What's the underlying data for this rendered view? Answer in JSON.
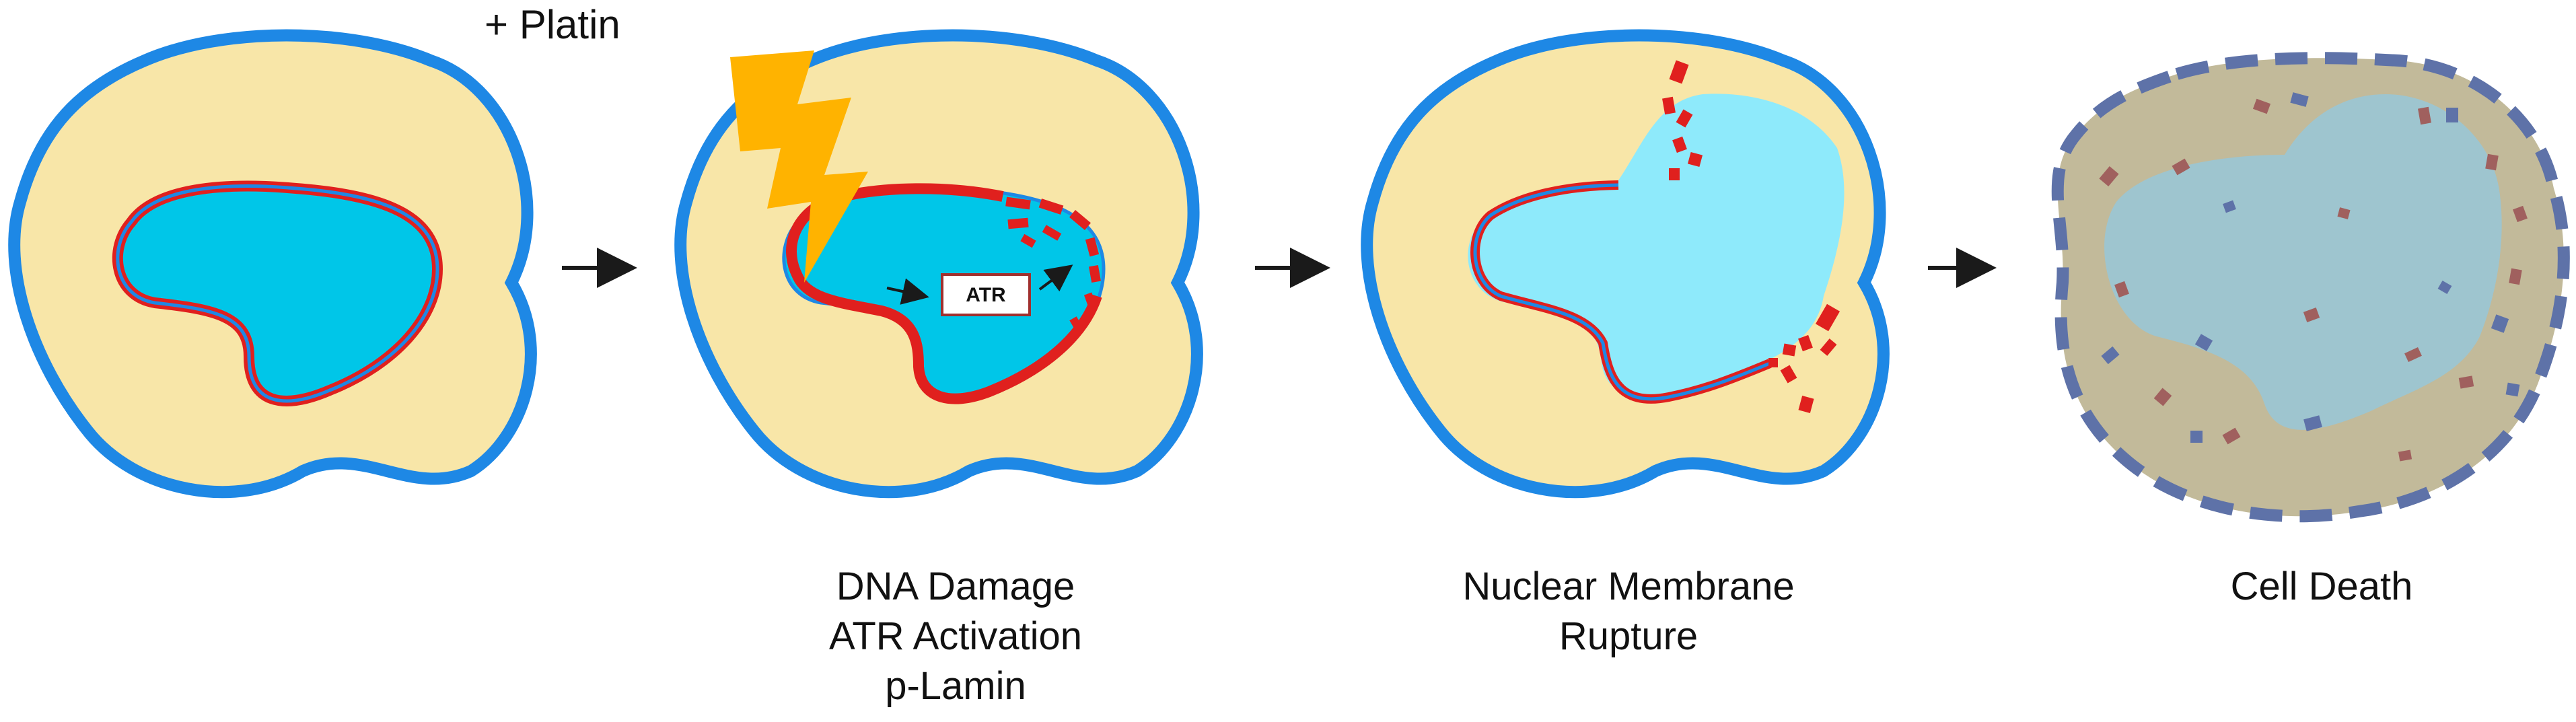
{
  "labels": {
    "treatment": "+ Platin",
    "atr_box": "ATR"
  },
  "stages": [
    {
      "caption": []
    },
    {
      "caption": [
        "DNA Damage",
        "ATR Activation",
        "p-Lamin"
      ]
    },
    {
      "caption": [
        "Nuclear Membrane",
        "Rupture"
      ]
    },
    {
      "caption": [
        "Cell Death"
      ]
    }
  ],
  "colors": {
    "cytoplasm": "#F8E6A8",
    "cell_membrane": "#1E88E5",
    "nucleus": "#00C6E8",
    "nucleus_leaking": "#8EEAFB",
    "lamina": "#E0201E",
    "lightning": "#FFB300",
    "dead_cytoplasm": "#C2BA9A",
    "dead_nucleus": "#9EC5CF",
    "dead_membrane": "#5E72A8",
    "dead_fragment_red": "#A0605E",
    "dead_fragment_blue": "#5E72A8",
    "arrow": "#1A1A1A"
  }
}
